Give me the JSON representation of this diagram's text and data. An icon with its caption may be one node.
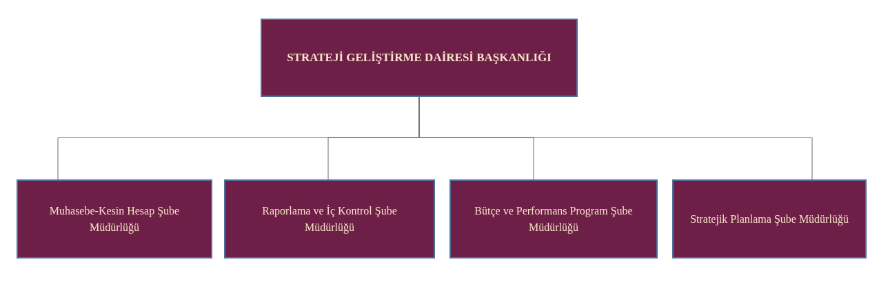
{
  "diagram": {
    "nodes": [
      {
        "text": [
          "STRATEJİ GELİŞTİRME DAİRESİ BAŞKANLIĞI"
        ]
      },
      {
        "text": [
          "Muhasebe-Kesin Hesap Şube Müdürlüğü"
        ]
      },
      {
        "text": [
          "Raporlama ve İç Kontrol Şube Müdürlüğü"
        ]
      },
      {
        "text": [
          "Bütçe ve Performans Program Şube Müdürlüğü"
        ]
      },
      {
        "text": [
          "Stratejik Planlama Şube Müdürlüğü"
        ]
      }
    ],
    "edges": [
      {
        "from": 0,
        "to": 1,
        "arrow": "none"
      },
      {
        "from": 0,
        "to": 2,
        "arrow": "none"
      },
      {
        "from": 0,
        "to": 3,
        "arrow": "none"
      },
      {
        "from": 0,
        "to": 4,
        "arrow": "none"
      }
    ]
  }
}
